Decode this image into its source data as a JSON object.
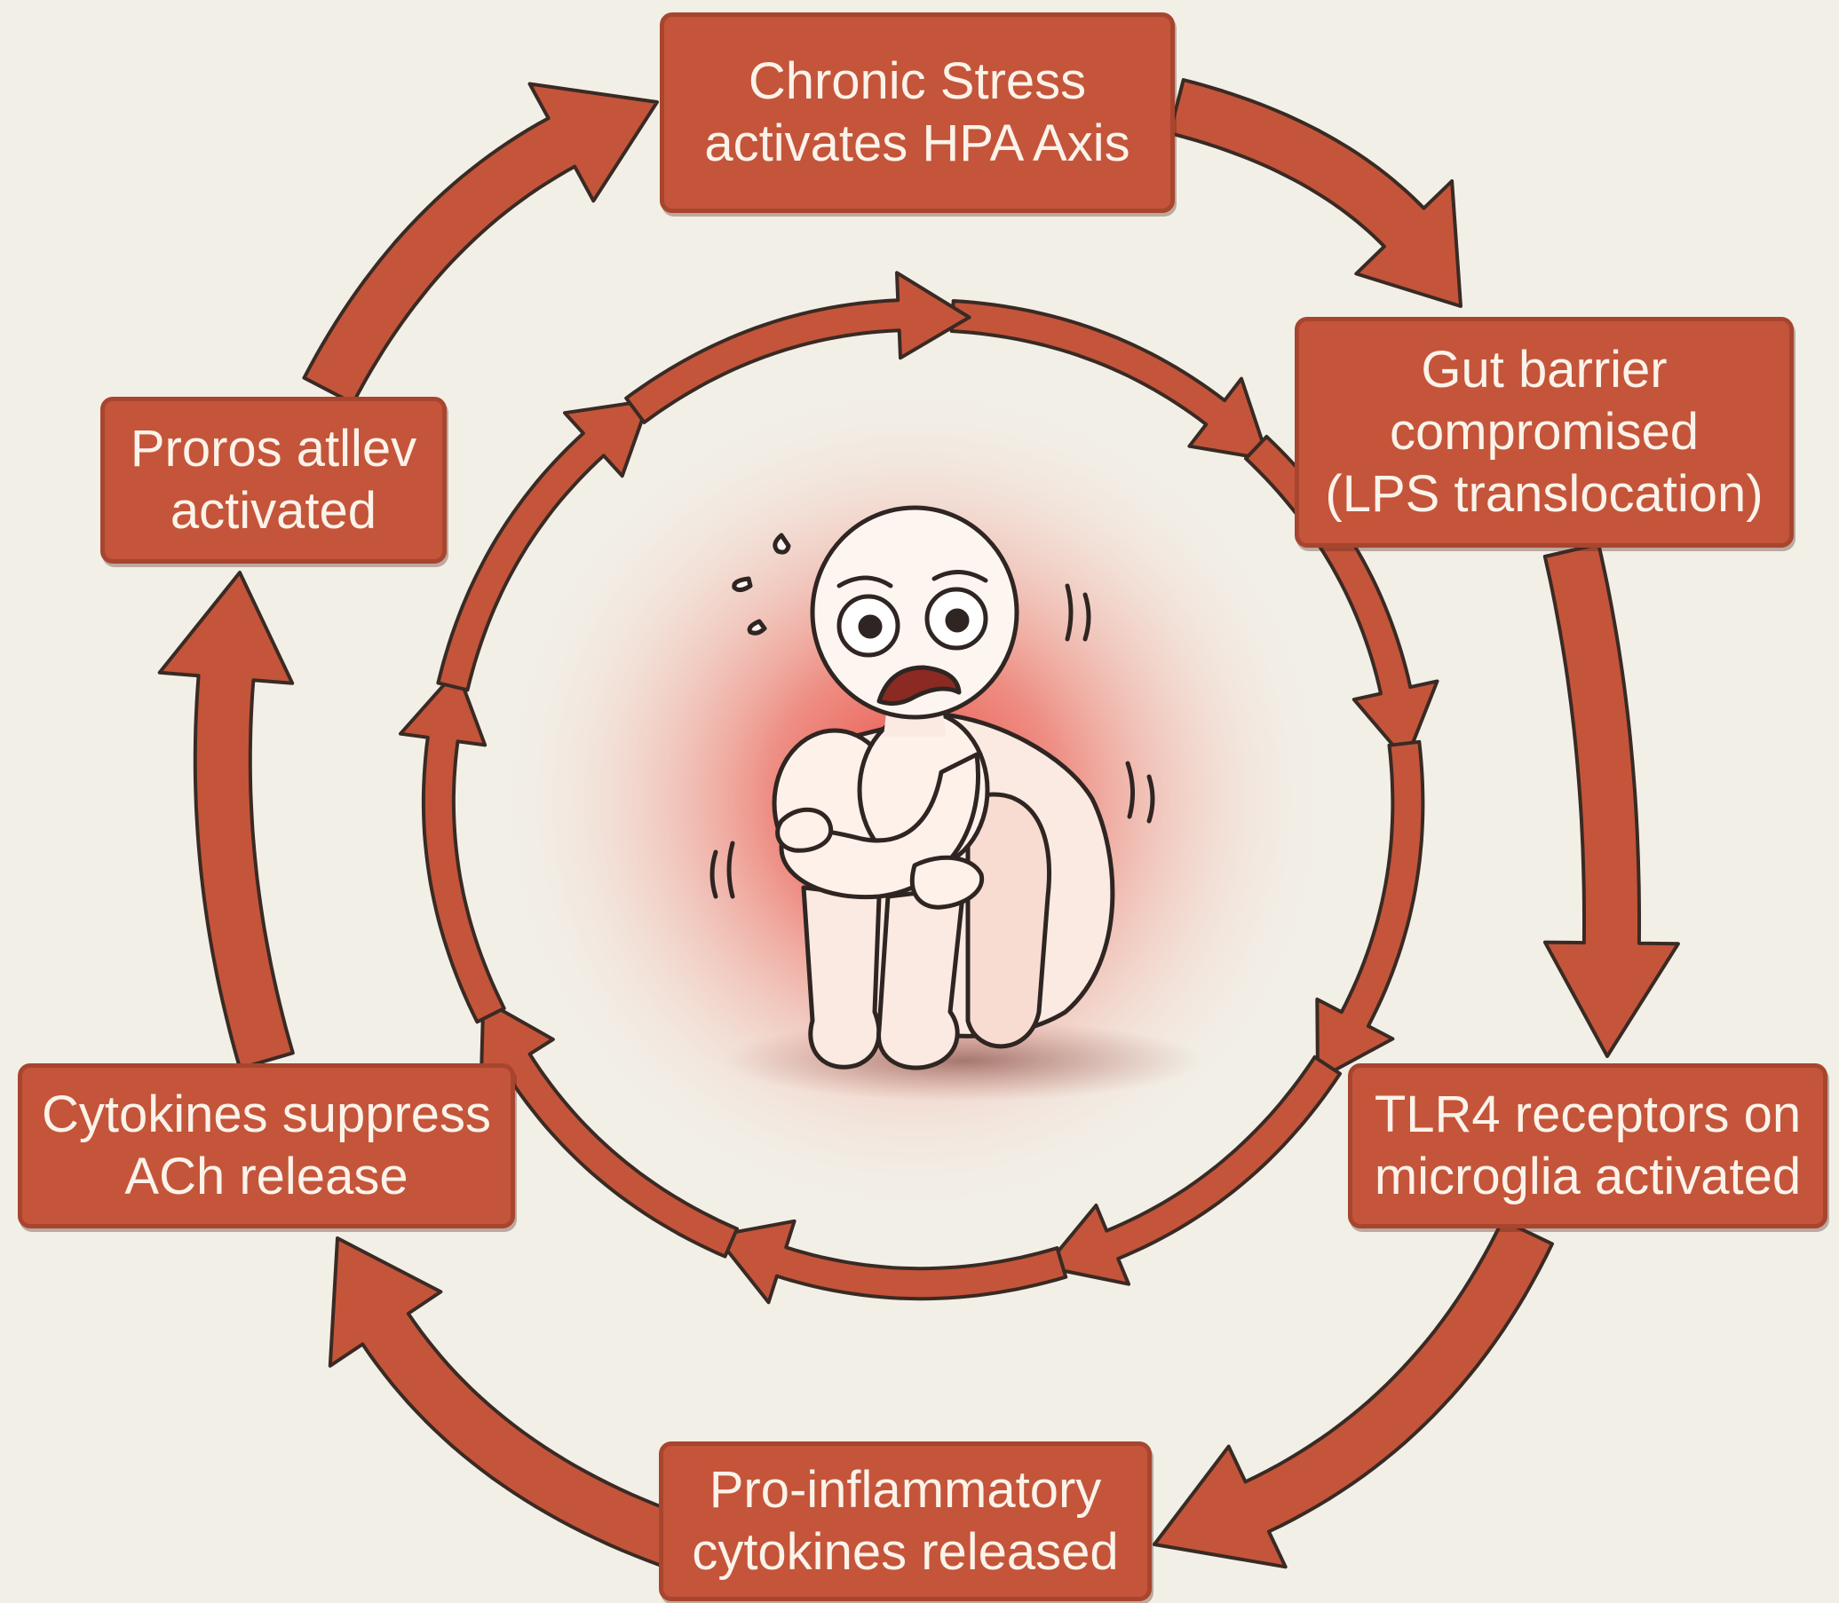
{
  "colors": {
    "background": "#f2efe7",
    "arrow_fill": "#c4553a",
    "arrow_stroke": "#3a2a24",
    "box_fill": "#c4553a",
    "box_text": "#fbf3ea",
    "glow": "#e8413a"
  },
  "cycle": {
    "steps": [
      {
        "id": "chronic_stress",
        "lines": [
          "Chronic Stress",
          "activates HPA Axis"
        ]
      },
      {
        "id": "gut_barrier",
        "lines": [
          "Gut barrier",
          "compromised",
          "(LPS translocation)"
        ]
      },
      {
        "id": "tlr4",
        "lines": [
          "TLR4 receptors on",
          "microglia activated"
        ]
      },
      {
        "id": "pro_inflammatory",
        "lines": [
          "Pro-inflammatory",
          "cytokines released"
        ]
      },
      {
        "id": "cytokines_suppress",
        "lines": [
          "Cytokines suppress",
          "ACh release"
        ]
      },
      {
        "id": "proros",
        "lines": [
          "Proros atllev",
          "activated"
        ]
      }
    ]
  },
  "center": {
    "figure_icon": "anxious-person-hugging-knees",
    "glow_icon": "red-radial-glow"
  }
}
